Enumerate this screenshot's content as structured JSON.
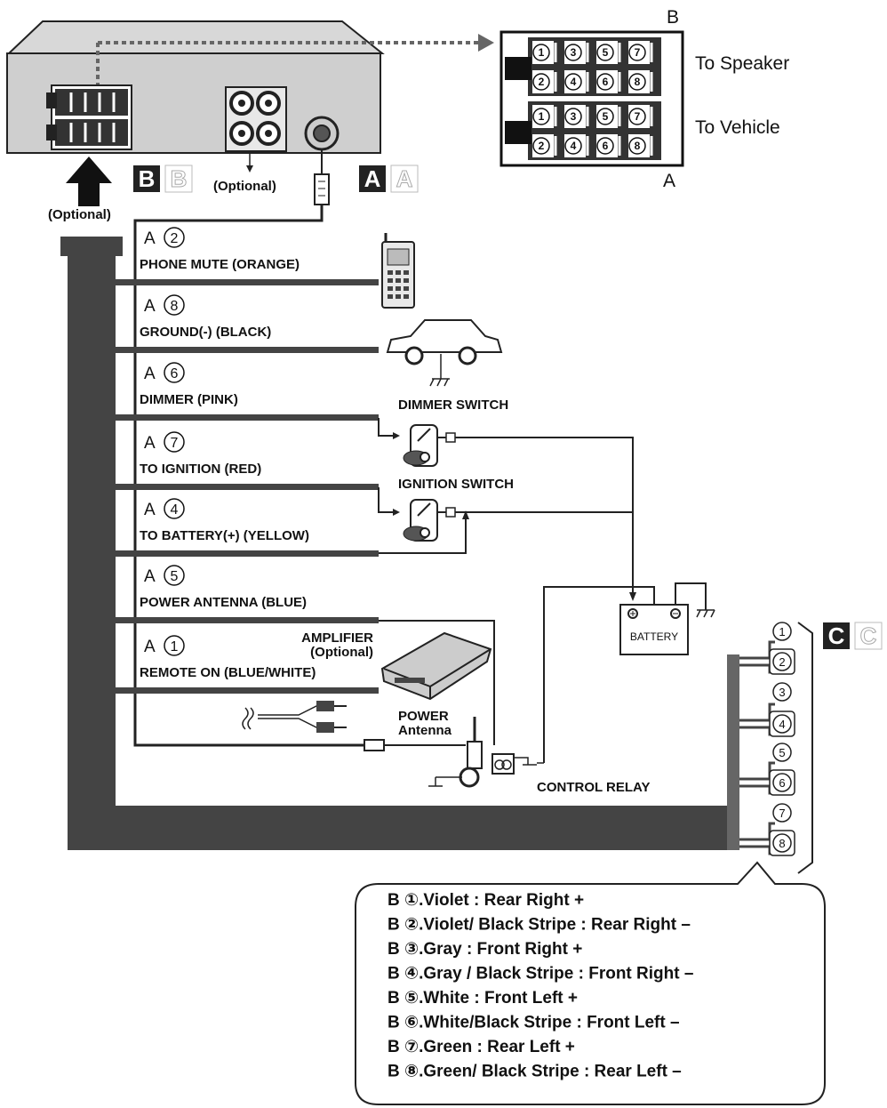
{
  "head_unit": {
    "connector_b_letter": "B",
    "connector_a_letter": "A",
    "rca_optional": "(Optional)",
    "left_optional": "(Optional)"
  },
  "iso_connector": {
    "top_letter": "B",
    "bottom_letter": "A",
    "speaker_label": "To Speaker",
    "vehicle_label": "To Vehicle",
    "pins_b": [
      "1",
      "3",
      "5",
      "7",
      "2",
      "4",
      "6",
      "8"
    ],
    "pins_a": [
      "1",
      "3",
      "5",
      "7",
      "2",
      "4",
      "6",
      "8"
    ]
  },
  "wires": [
    {
      "pin": "A",
      "num": "2",
      "label": "PHONE MUTE (ORANGE)"
    },
    {
      "pin": "A",
      "num": "8",
      "label": "GROUND(-) (BLACK)"
    },
    {
      "pin": "A",
      "num": "6",
      "label": "DIMMER (PINK)"
    },
    {
      "pin": "A",
      "num": "7",
      "label": "TO IGNITION (RED)"
    },
    {
      "pin": "A",
      "num": "4",
      "label": "TO BATTERY(+) (YELLOW)"
    },
    {
      "pin": "A",
      "num": "5",
      "label": "POWER ANTENNA (BLUE)"
    },
    {
      "pin": "A",
      "num": "1",
      "label": "REMOTE ON (BLUE/WHITE)"
    }
  ],
  "components": {
    "dimmer_switch": "DIMMER SWITCH",
    "ignition_switch": "IGNITION SWITCH",
    "battery": "BATTERY",
    "amplifier": "AMPLIFIER",
    "amplifier_optional": "(Optional)",
    "power": "POWER",
    "antenna": "Antenna",
    "control_relay": "CONTROL RELAY"
  },
  "connector_c": {
    "letter": "C",
    "pins": [
      "1",
      "2",
      "3",
      "4",
      "5",
      "6",
      "7",
      "8"
    ]
  },
  "legend": [
    {
      "prefix": "B",
      "num": "①.",
      "text": "Violet : Rear Right +"
    },
    {
      "prefix": "B",
      "num": "②.",
      "text": "Violet/ Black Stripe : Rear Right –"
    },
    {
      "prefix": "B",
      "num": "③.",
      "text": "Gray : Front Right +"
    },
    {
      "prefix": "B",
      "num": "④.",
      "text": "Gray / Black Stripe : Front Right –"
    },
    {
      "prefix": "B",
      "num": "⑤.",
      "text": "White : Front Left +"
    },
    {
      "prefix": "B",
      "num": "⑥.",
      "text": "White/Black Stripe : Front Left –"
    },
    {
      "prefix": "B",
      "num": "⑦.",
      "text": "Green : Rear Left +"
    },
    {
      "prefix": "B",
      "num": "⑧.",
      "text": "Green/ Black Stripe : Rear Left –"
    }
  ]
}
